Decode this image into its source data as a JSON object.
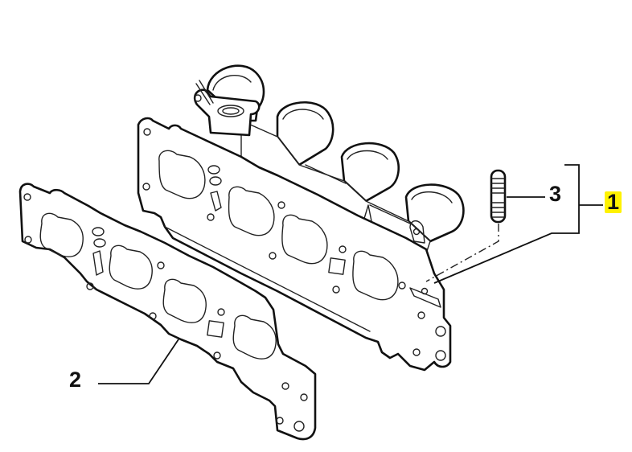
{
  "diagram": {
    "type": "exploded-parts-diagram",
    "subject": "exhaust manifold assembly",
    "callouts": [
      {
        "id": "1",
        "label": "1",
        "highlighted": true,
        "highlight_color": "#fff200",
        "part": "manifold assembly"
      },
      {
        "id": "2",
        "label": "2",
        "highlighted": false,
        "part": "manifold gasket"
      },
      {
        "id": "3",
        "label": "3",
        "highlighted": false,
        "part": "stud bolt"
      }
    ]
  },
  "colors": {
    "background": "#ffffff",
    "line": "#111111",
    "highlight": "#fff200"
  }
}
